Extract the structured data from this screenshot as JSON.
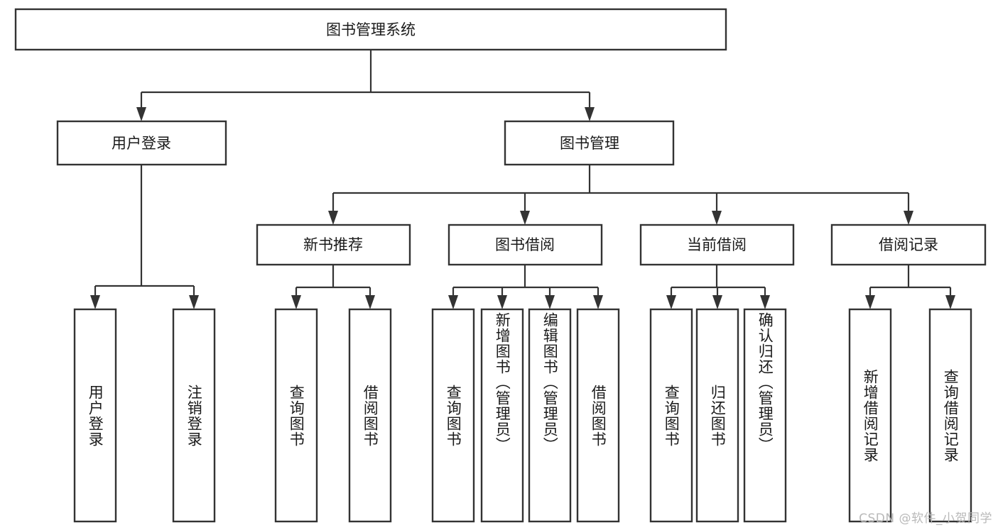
{
  "diagram": {
    "title": "图书管理系统",
    "type": "tree",
    "orientation": "top-down",
    "colors": {
      "box_fill": "#ffffff",
      "box_stroke": "#333333",
      "text": "#1a1a1a",
      "background": "#ffffff",
      "watermark": "#b9b9b9"
    },
    "root": {
      "id": "root",
      "label": "图书管理系统",
      "level": 0
    },
    "level2": [
      {
        "id": "user-login",
        "label": "用户登录",
        "level": 1
      },
      {
        "id": "book-manage",
        "label": "图书管理",
        "level": 1
      }
    ],
    "level3": [
      {
        "id": "new-book-recommend",
        "label": "新书推荐",
        "level": 2,
        "parent": "book-manage"
      },
      {
        "id": "book-borrow",
        "label": "图书借阅",
        "level": 2,
        "parent": "book-manage"
      },
      {
        "id": "current-borrow",
        "label": "当前借阅",
        "level": 2,
        "parent": "book-manage"
      },
      {
        "id": "borrow-record",
        "label": "借阅记录",
        "level": 2,
        "parent": "book-manage"
      }
    ],
    "leaves": [
      {
        "id": "leaf-user-login",
        "label": "用户登录",
        "parent": "user-login",
        "level": 3
      },
      {
        "id": "leaf-logout-login",
        "label": "注销登录",
        "parent": "user-login",
        "level": 3
      },
      {
        "id": "leaf-query-book-1",
        "label": "查询图书",
        "parent": "new-book-recommend",
        "level": 3
      },
      {
        "id": "leaf-borrow-book-1",
        "label": "借阅图书",
        "parent": "new-book-recommend",
        "level": 3
      },
      {
        "id": "leaf-query-book-2",
        "label": "查询图书",
        "parent": "book-borrow",
        "level": 3
      },
      {
        "id": "leaf-add-book",
        "label": "新增图书（管理员）",
        "parent": "book-borrow",
        "level": 3
      },
      {
        "id": "leaf-edit-book",
        "label": "编辑图书（管理员）",
        "parent": "book-borrow",
        "level": 3
      },
      {
        "id": "leaf-borrow-book-2",
        "label": "借阅图书",
        "parent": "book-borrow",
        "level": 3
      },
      {
        "id": "leaf-query-book-3",
        "label": "查询图书",
        "parent": "current-borrow",
        "level": 3
      },
      {
        "id": "leaf-return-book",
        "label": "归还图书",
        "parent": "current-borrow",
        "level": 3
      },
      {
        "id": "leaf-confirm-return",
        "label": "确认归还（管理员）",
        "parent": "current-borrow",
        "level": 3
      },
      {
        "id": "leaf-add-record",
        "label": "新增借阅记录",
        "parent": "borrow-record",
        "level": 3
      },
      {
        "id": "leaf-query-record",
        "label": "查询借阅记录",
        "parent": "borrow-record",
        "level": 3
      }
    ],
    "watermark": "CSDN @软件_小贺同学"
  }
}
